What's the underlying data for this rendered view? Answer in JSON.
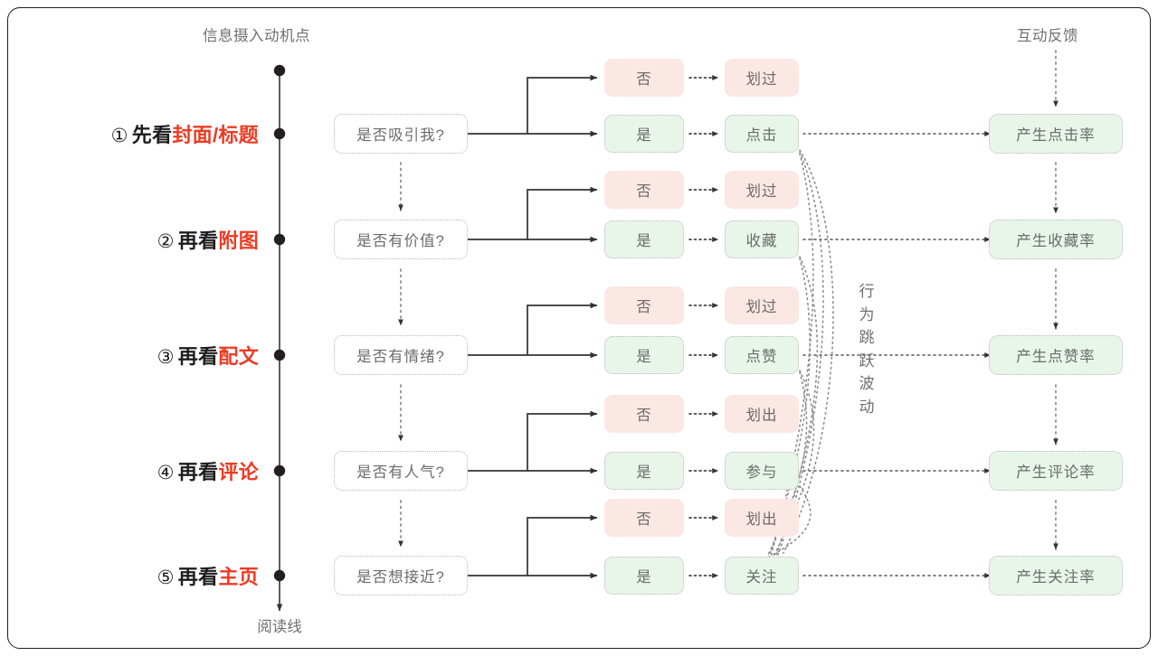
{
  "headers": {
    "left": "信息摄入动机点",
    "right": "互动反馈",
    "axis_caption": "阅读线"
  },
  "side_note": {
    "chars": [
      "行",
      "为",
      "跳",
      "跃",
      "波",
      "动"
    ],
    "text": "行为跳跃波动"
  },
  "rows": [
    {
      "num": "①",
      "label_black": "先看",
      "label_red": "封面/标题",
      "question": "是否吸引我?",
      "negative": "否",
      "negative_action": "划过",
      "positive": "是",
      "positive_action": "点击",
      "rate": "产生点击率"
    },
    {
      "num": "②",
      "label_black": "再看",
      "label_red": "附图",
      "question": "是否有价值?",
      "negative": "否",
      "negative_action": "划过",
      "positive": "是",
      "positive_action": "收藏",
      "rate": "产生收藏率"
    },
    {
      "num": "③",
      "label_black": "再看",
      "label_red": "配文",
      "question": "是否有情绪?",
      "negative": "否",
      "negative_action": "划过",
      "positive": "是",
      "positive_action": "点赞",
      "rate": "产生点赞率"
    },
    {
      "num": "④",
      "label_black": "再看",
      "label_red": "评论",
      "question": "是否有人气?",
      "negative": "否",
      "negative_action": "划出",
      "positive": "是",
      "positive_action": "参与",
      "rate": "产生评论率"
    },
    {
      "num": "⑤",
      "label_black": "再看",
      "label_red": "主页",
      "question": "是否想接近?",
      "negative": "否",
      "negative_action": "划出",
      "positive": "是",
      "positive_action": "关注",
      "rate": "产生关注率"
    }
  ],
  "colors": {
    "accent_red": "#ee3b23",
    "negative_fill": "#fbe7e4",
    "positive_fill": "#e8f6ea",
    "text_gray": "#6b6b6b",
    "line_dark": "#333333",
    "border_dotted": "#b8b8b8"
  }
}
